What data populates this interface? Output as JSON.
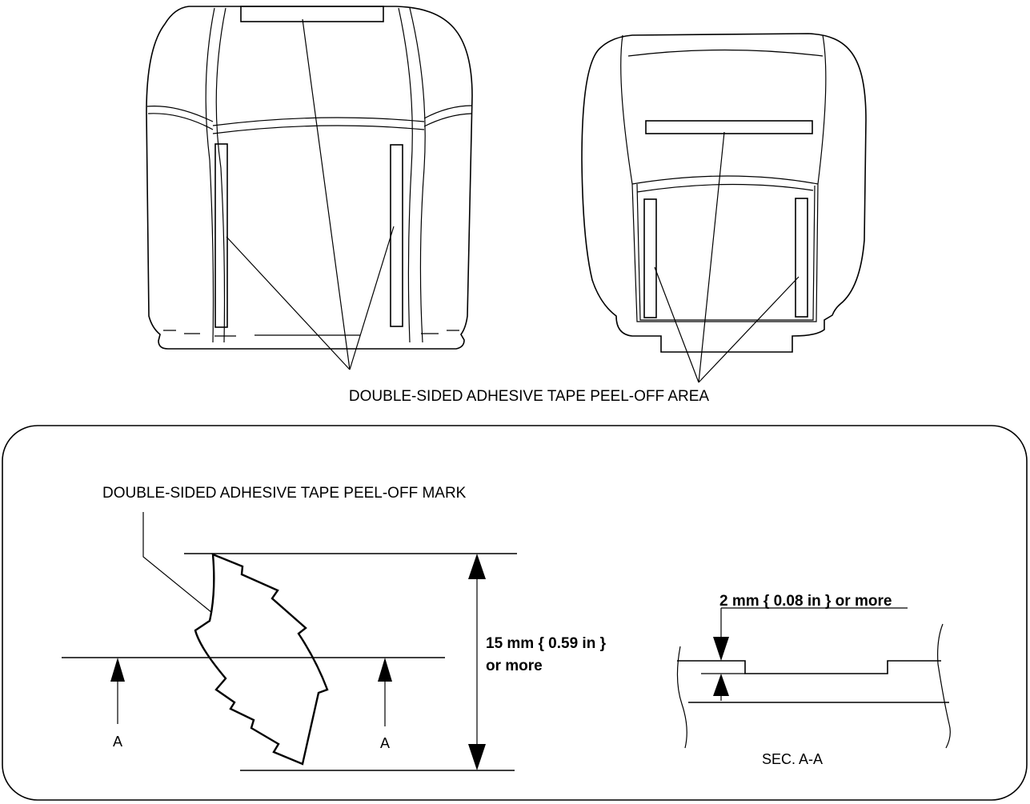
{
  "labels": {
    "peel_off_area": "DOUBLE-SIDED ADHESIVE TAPE PEEL-OFF AREA",
    "peel_off_mark": "DOUBLE-SIDED ADHESIVE TAPE PEEL-OFF MARK",
    "height_line1": "15 mm { 0.59 in }",
    "height_line2": "or more",
    "depth_spec": "2 mm { 0.08 in } or more",
    "section_a_left": "A",
    "section_a_right": "A",
    "section_caption": "SEC. A-A"
  }
}
